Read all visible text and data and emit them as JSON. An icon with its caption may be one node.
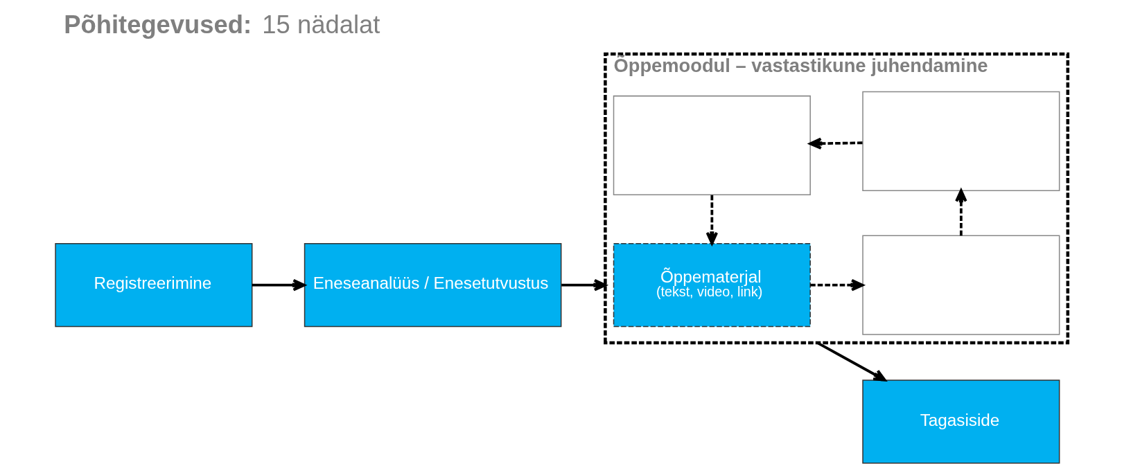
{
  "diagram": {
    "title": "**Põhitegevused:** 15 nädalat",
    "nodes": [
      {
        "text": [
          "Registreerimine"
        ]
      },
      {
        "text": [
          "Eneseanalüüs / Enesetutvustus"
        ]
      },
      {
        "text": [
          "Õppemoodul – vastastikune juhendamine"
        ]
      },
      {
        "text": [
          "Õppematerjal",
          "(tekst, video, link)"
        ],
        "in": 2
      },
      {
        "text": [],
        "shape": "box",
        "in": 2
      },
      {
        "text": [],
        "shape": "box",
        "in": 2
      },
      {
        "text": [],
        "shape": "box",
        "in": 2
      },
      {
        "text": [
          "Tagasiside"
        ]
      }
    ],
    "edges": [
      {
        "from": 0,
        "to": 1,
        "arrow": "to"
      },
      {
        "from": 1,
        "to": 2,
        "arrow": "to"
      },
      {
        "from": 3,
        "to": 4,
        "arrow": "to",
        "style": "dashed"
      },
      {
        "from": 4,
        "to": 6,
        "arrow": "to",
        "style": "dashed"
      },
      {
        "from": 6,
        "to": 5,
        "arrow": "to",
        "style": "dashed"
      },
      {
        "from": 5,
        "to": 3,
        "arrow": "to",
        "style": "dashed"
      },
      {
        "from": 2,
        "to": 7,
        "arrow": "to"
      }
    ]
  }
}
